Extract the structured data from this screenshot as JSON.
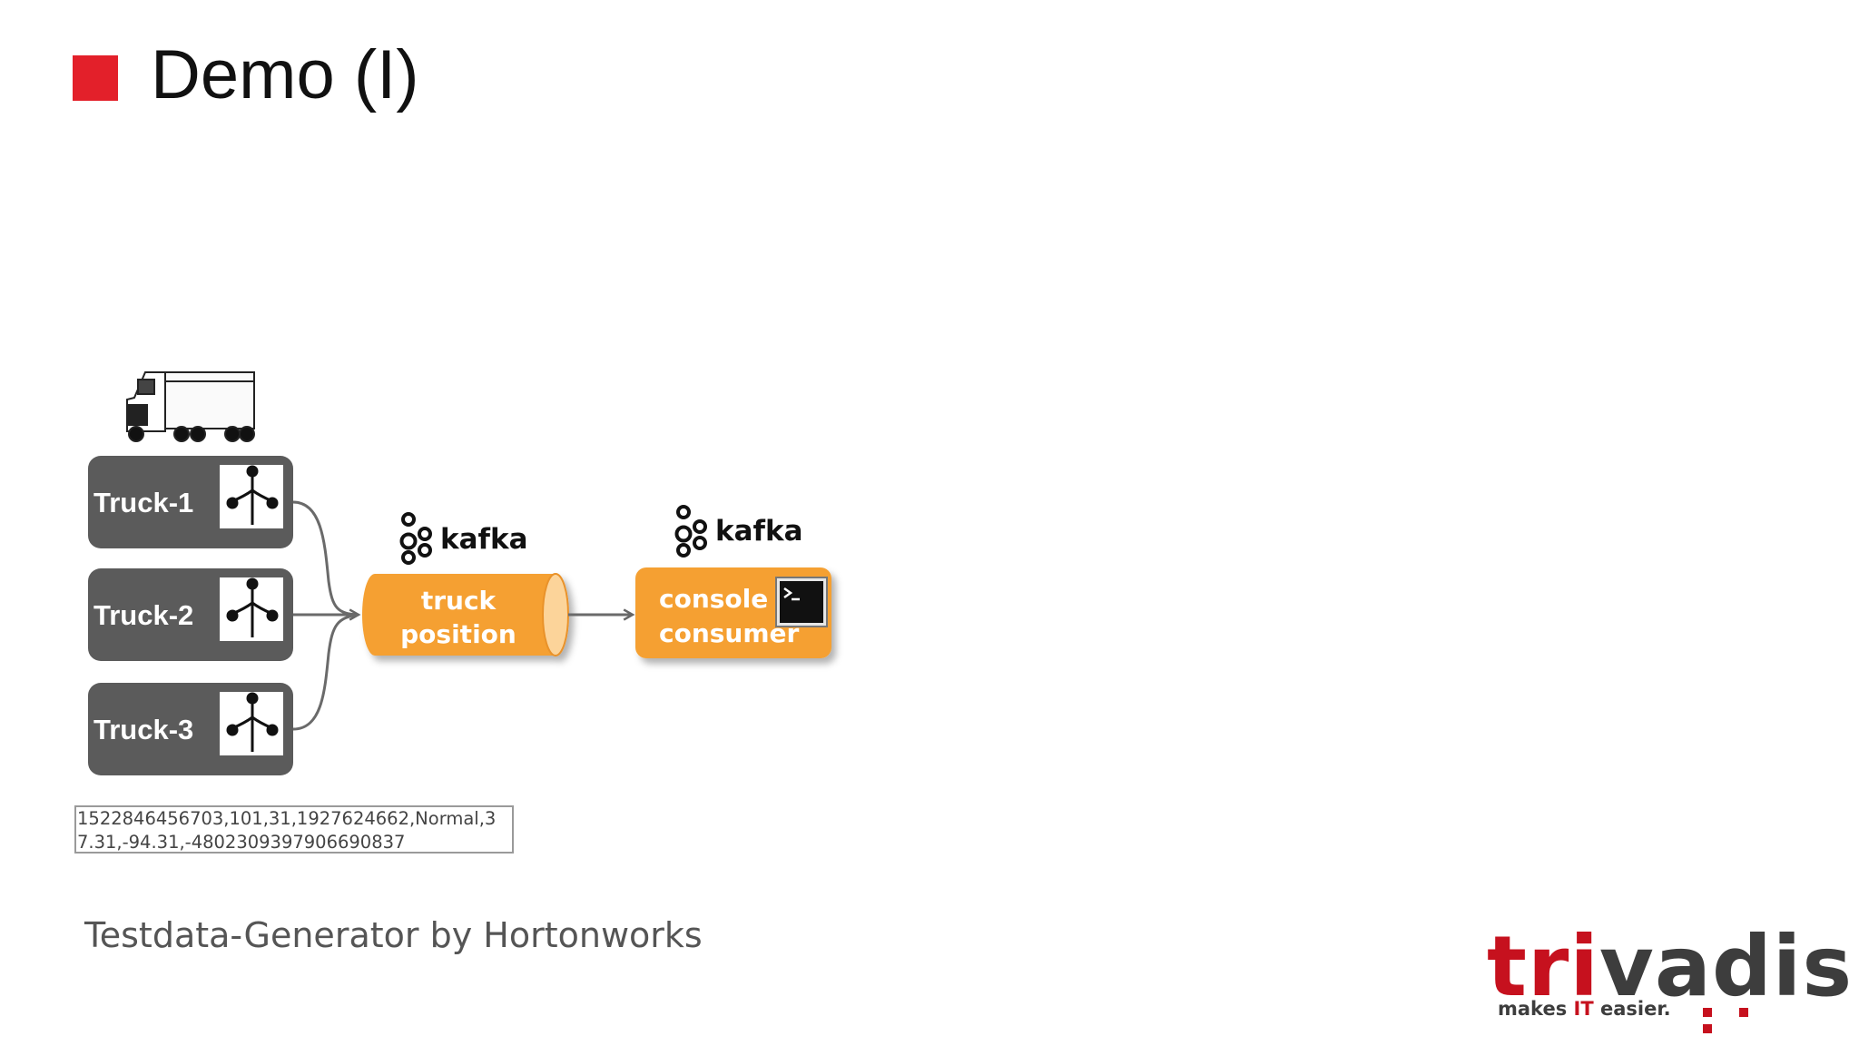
{
  "slide": {
    "title": "Demo (I)",
    "subtitle": "Testdata-Generator by Hortonworks"
  },
  "diagram": {
    "producers": [
      {
        "label": "Truck-1",
        "icon": "producer-icon"
      },
      {
        "label": "Truck-2",
        "icon": "producer-icon"
      },
      {
        "label": "Truck-3",
        "icon": "producer-icon"
      }
    ],
    "truck_image": "truck-icon",
    "topic": {
      "brand": "kafka",
      "line1": "truck",
      "line2": "position"
    },
    "consumer": {
      "brand": "kafka",
      "line1": "console",
      "line2": "consumer",
      "icon": "terminal-icon"
    },
    "sample_record": "1522846456703,101,31,1927624662,Normal,37.31,-94.31,-4802309397906690837",
    "colors": {
      "producer_box": "#5b5b5b",
      "topic": "#f5a030",
      "accent": "#e3202a"
    }
  },
  "logo": {
    "name": "trivadis",
    "tagline_pre": "makes ",
    "tagline_it": "IT",
    "tagline_post": " easier."
  }
}
